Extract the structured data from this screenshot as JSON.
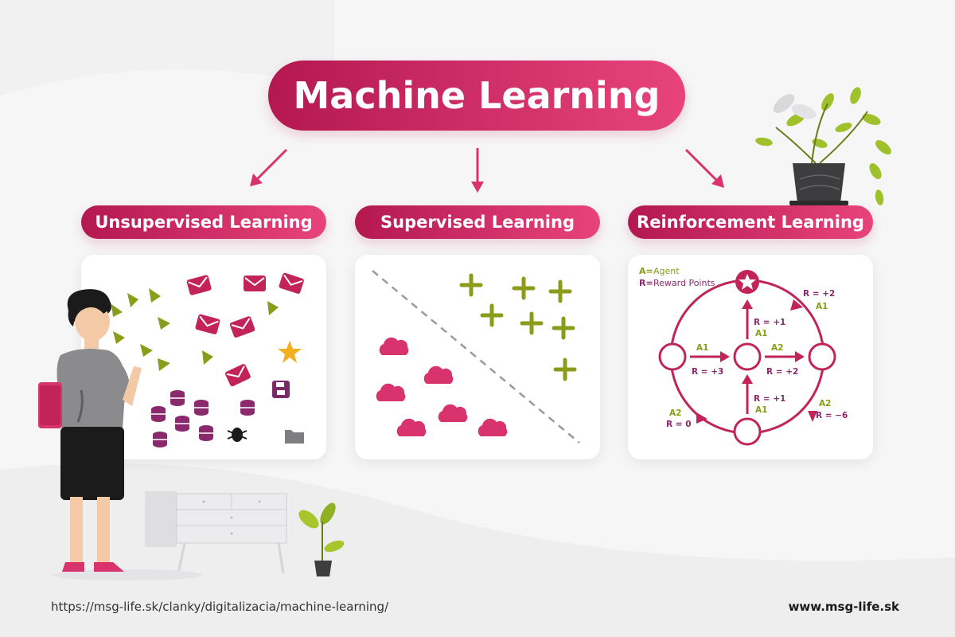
{
  "title": "Machine Learning",
  "categories": [
    {
      "label": "Unsupervised Learning"
    },
    {
      "label": "Supervised Learning"
    },
    {
      "label": "Reinforcement Learning"
    }
  ],
  "reinforcement": {
    "legend_agent_key": "A=",
    "legend_agent_value": "Agent",
    "legend_reward_key": "R=",
    "legend_reward_value": "Reward Points",
    "labels": {
      "top_right_reward": "R = +2",
      "top_right_action": "A1",
      "up_upper_reward": "R = +1",
      "up_upper_action": "A1",
      "left_action": "A1",
      "left_reward": "R = +3",
      "right_action": "A2",
      "right_reward": "R = +2",
      "up_lower_reward": "R = +1",
      "up_lower_action": "A1",
      "bottom_left_action": "A2",
      "bottom_left_reward": "R = 0",
      "bottom_right_action": "A2",
      "bottom_right_reward": "R = −6"
    }
  },
  "footer": {
    "url": "https://msg-life.sk/clanky/digitalizacia/machine-learning/",
    "site": "www.msg-life.sk"
  },
  "colors": {
    "accent": "#c2245a",
    "accent_light": "#e8447b",
    "olive": "#8a9c1a",
    "purple": "#8a2a6c"
  }
}
